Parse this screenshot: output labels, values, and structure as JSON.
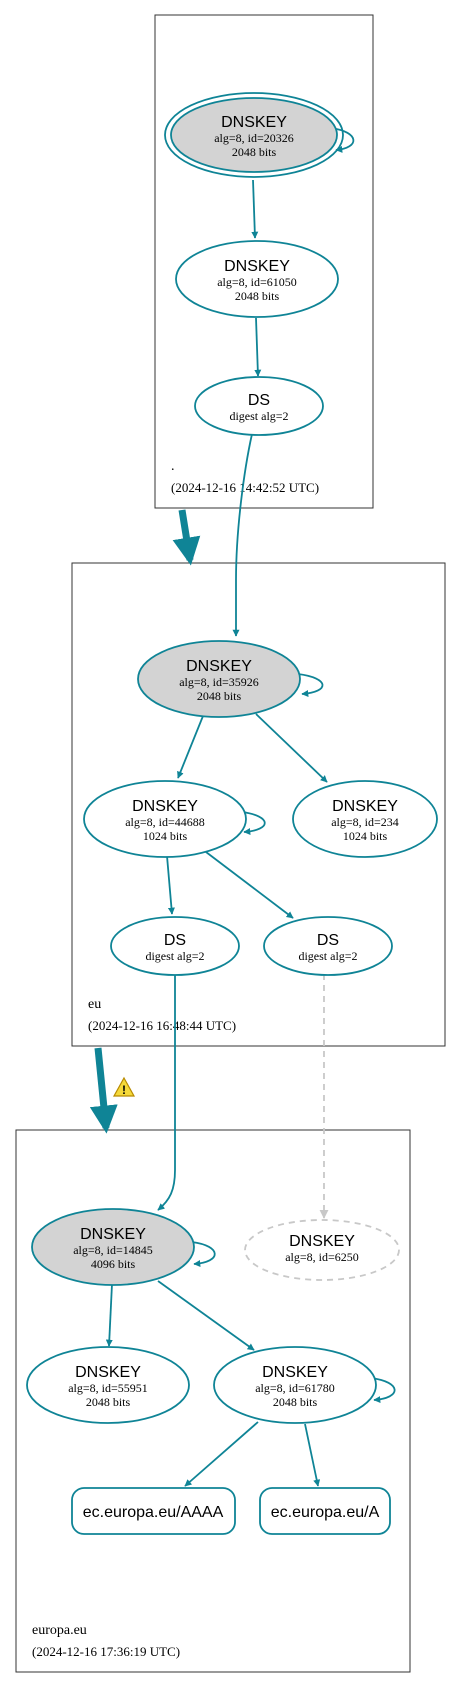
{
  "colors": {
    "accent": "#0f8496",
    "missing": "#c8c8c8",
    "sep_fill": "#d3d3d3"
  },
  "zones": [
    {
      "name": ".",
      "timestamp": "(2024-12-16 14:42:52 UTC)"
    },
    {
      "name": "eu",
      "timestamp": "(2024-12-16 16:48:44 UTC)"
    },
    {
      "name": "europa.eu",
      "timestamp": "(2024-12-16 17:36:19 UTC)"
    }
  ],
  "nodes": {
    "root_ksk": {
      "title": "DNSKEY",
      "line1": "alg=8, id=20326",
      "line2": "2048 bits"
    },
    "root_zsk": {
      "title": "DNSKEY",
      "line1": "alg=8, id=61050",
      "line2": "2048 bits"
    },
    "root_ds": {
      "title": "DS",
      "line1": "digest alg=2"
    },
    "eu_ksk": {
      "title": "DNSKEY",
      "line1": "alg=8, id=35926",
      "line2": "2048 bits"
    },
    "eu_zsk1": {
      "title": "DNSKEY",
      "line1": "alg=8, id=44688",
      "line2": "1024 bits"
    },
    "eu_zsk2": {
      "title": "DNSKEY",
      "line1": "alg=8, id=234",
      "line2": "1024 bits"
    },
    "eu_ds1": {
      "title": "DS",
      "line1": "digest alg=2"
    },
    "eu_ds2": {
      "title": "DS",
      "line1": "digest alg=2"
    },
    "europa_ksk": {
      "title": "DNSKEY",
      "line1": "alg=8, id=14845",
      "line2": "4096 bits"
    },
    "europa_missing": {
      "title": "DNSKEY",
      "line1": "alg=8, id=6250"
    },
    "europa_zsk1": {
      "title": "DNSKEY",
      "line1": "alg=8, id=55951",
      "line2": "2048 bits"
    },
    "europa_zsk2": {
      "title": "DNSKEY",
      "line1": "alg=8, id=61780",
      "line2": "2048 bits"
    }
  },
  "rrsets": [
    {
      "label": "ec.europa.eu/AAAA"
    },
    {
      "label": "ec.europa.eu/A"
    }
  ],
  "warning_icon": "warning-triangle-icon"
}
